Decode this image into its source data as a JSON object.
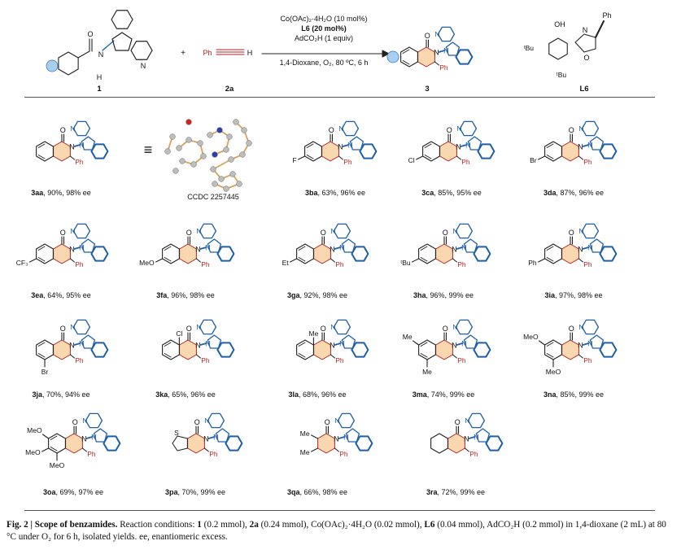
{
  "scheme": {
    "substrate_label": "1",
    "substrate_h": "H",
    "substrate_nh": "N",
    "substrate_ring_n": "N",
    "substrate_carbonyl": "O",
    "plus_sign": "+",
    "alkyne_ph": "Ph",
    "alkyne_h": "H",
    "alkyne_label": "2a",
    "conditions": [
      "Co(OAc)₂·4H₂O (10 mol%)",
      "L6 (20 mol%)",
      "AdCO₂H (1 equiv)",
      "1,4-Dioxane, O₂, 80 ºC, 6 h"
    ],
    "product_label": "3",
    "ligand_label": "L6",
    "ligand_oh": "OH",
    "ligand_tbu1": "ᵗBu",
    "ligand_tbu2": "ᵗBu",
    "ligand_ph": "Ph",
    "ligand_n": "N",
    "ligand_o": "O"
  },
  "atoms": {
    "o": "O",
    "n": "N",
    "ph": "Ph"
  },
  "equiv_sign": "≡",
  "crystal_label": "CCDC 2257445",
  "compounds": [
    {
      "id": "3aa",
      "text": ", 90%, 98% ee",
      "sub": "",
      "sub_side": ""
    },
    {
      "id": "3ba",
      "text": ", 63%, 96% ee",
      "sub": "F",
      "sub_side": "c6"
    },
    {
      "id": "3ca",
      "text": ", 85%, 95% ee",
      "sub": "Cl",
      "sub_side": "c6"
    },
    {
      "id": "3da",
      "text": ", 87%, 96% ee",
      "sub": "Br",
      "sub_side": "c6"
    },
    {
      "id": "3ea",
      "text": ", 64%, 95% ee",
      "sub": "CF₃",
      "sub_side": "c6"
    },
    {
      "id": "3fa",
      "text": ", 96%, 98% ee",
      "sub": "MeO",
      "sub_side": "c6"
    },
    {
      "id": "3ga",
      "text": ", 92%, 98% ee",
      "sub": "Et",
      "sub_side": "c6"
    },
    {
      "id": "3ha",
      "text": ", 96%, 99% ee",
      "sub": "ᵗBu",
      "sub_side": "c6"
    },
    {
      "id": "3ia",
      "text": ", 97%, 98% ee",
      "sub": "Ph",
      "sub_side": "c6"
    },
    {
      "id": "3ja",
      "text": ", 70%, 94% ee",
      "sub": "Br",
      "sub_side": "c5"
    },
    {
      "id": "3ka",
      "text": ", 65%, 96% ee",
      "sub": "Cl",
      "sub_side": "c8"
    },
    {
      "id": "3la",
      "text": ", 68%, 96% ee",
      "sub": "Me",
      "sub_side": "c8"
    },
    {
      "id": "3ma",
      "text": ", 74%, 99% ee",
      "sub": "Me",
      "sub_side": "c5c7"
    },
    {
      "id": "3na",
      "text": ", 85%, 99% ee",
      "sub": "MeO",
      "sub_side": "c5c7"
    },
    {
      "id": "3oa",
      "text": ", 69%, 97% ee",
      "sub": "MeO",
      "sub_side": "c567"
    },
    {
      "id": "3pa",
      "text": ", 70%, 99% ee",
      "sub": "S",
      "sub_side": "thio"
    },
    {
      "id": "3qa",
      "text": ", 66%, 98% ee",
      "sub": "Me",
      "sub_side": "dime"
    },
    {
      "id": "3ra",
      "text": ", 72%, 99% ee",
      "sub": "",
      "sub_side": "cyhex"
    }
  ],
  "caption": {
    "fig": "Fig. 2 | Scope of benzamides.",
    "body_1": " Reaction conditions: ",
    "c1": "1",
    "body_2": " (0.2 mmol), ",
    "c2": "2a",
    "body_3": " (0.24 mmol), Co(OAc)₂·4H₂O (0.02 mmol), ",
    "c3": "L6",
    "body_4": " (0.04 mmol), AdCO₂H (0.2 mmol) in 1,4-dioxane (2 mL) at 80 °C under O₂ for 6 h, isolated yields. ee, enantiomeric excess."
  },
  "colors": {
    "blue": "#1f5fa8",
    "orange_fill": "#f9d8b0",
    "red": "#b22222",
    "circle_fill": "#a9cfee"
  }
}
